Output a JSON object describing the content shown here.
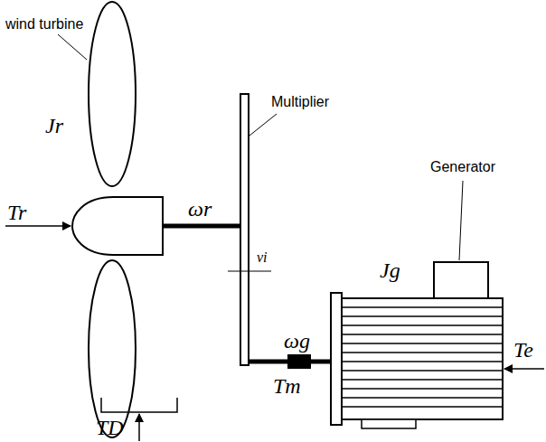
{
  "diagram": {
    "labels": [
      "wind turbine",
      "Jr",
      "Tr",
      "ωr",
      "Multiplier",
      "vi",
      "ωg",
      "Tm",
      "Generator",
      "Jg",
      "Te",
      "TD"
    ]
  }
}
